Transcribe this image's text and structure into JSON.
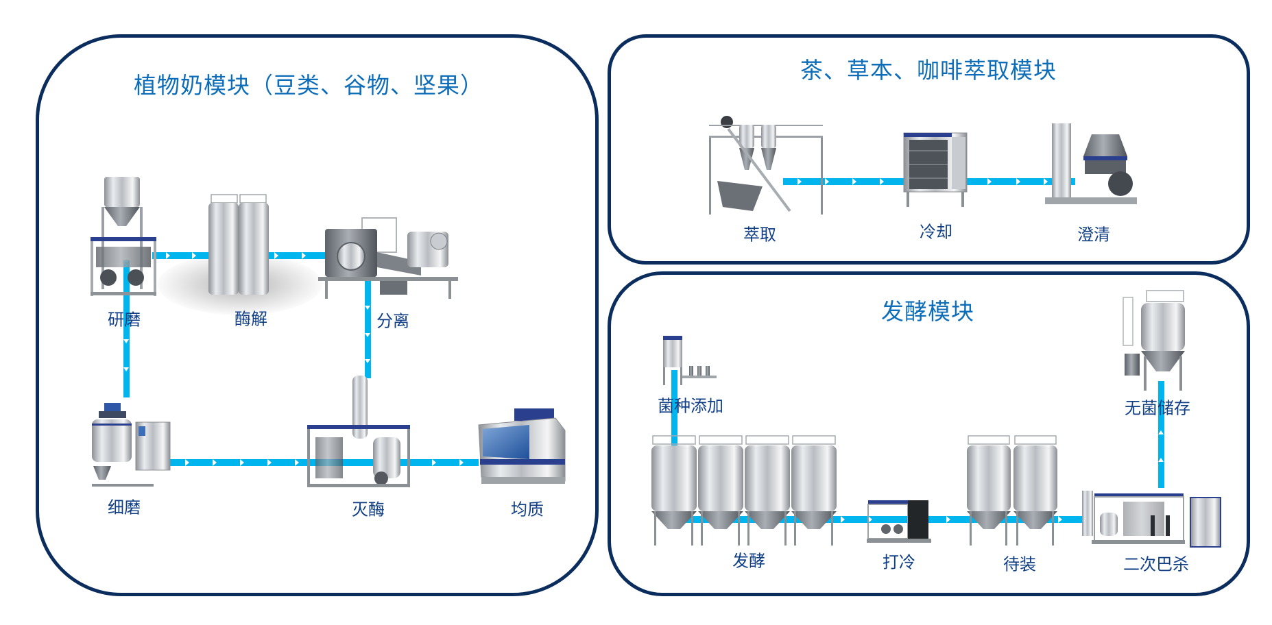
{
  "colors": {
    "panel_border": "#0B2D5E",
    "title": "#0E6DB8",
    "label": "#103F86",
    "pipe": "#00B5EE",
    "pipe_arrow": "#FFFFFF",
    "accent_band": "#2B3F8F"
  },
  "panels": {
    "plant_milk": {
      "title": "植物奶模块（豆类、谷物、坚果）",
      "stages": [
        {
          "id": "grinding",
          "label": "研磨",
          "equipment_icon": "grinding-mill-icon"
        },
        {
          "id": "enzymolysis",
          "label": "酶解",
          "equipment_icon": "twin-tank-icon"
        },
        {
          "id": "separation",
          "label": "分离",
          "equipment_icon": "decanter-separator-icon"
        },
        {
          "id": "fine_grinding",
          "label": "细磨",
          "equipment_icon": "mixing-tank-icon"
        },
        {
          "id": "enzyme_inactivation",
          "label": "灭酶",
          "equipment_icon": "uht-skid-icon"
        },
        {
          "id": "homogenization",
          "label": "均质",
          "equipment_icon": "homogenizer-icon"
        }
      ],
      "flow": [
        "研磨 → 酶解",
        "酶解 → 分离",
        "分离 → 灭酶",
        "研磨 → 细磨",
        "细磨 → 灭酶",
        "灭酶 → 均质"
      ]
    },
    "extraction": {
      "title": "茶、草本、咖啡萃取模块",
      "stages": [
        {
          "id": "extraction",
          "label": "萃取",
          "equipment_icon": "extraction-platform-icon"
        },
        {
          "id": "cooling",
          "label": "冷却",
          "equipment_icon": "plate-heat-exchanger-icon"
        },
        {
          "id": "clarification",
          "label": "澄清",
          "equipment_icon": "centrifuge-icon"
        }
      ],
      "flow": [
        "萃取 → 冷却",
        "冷却 → 澄清"
      ]
    },
    "fermentation": {
      "title": "发酵模块",
      "stages": [
        {
          "id": "culture_addition",
          "label": "菌种添加",
          "equipment_icon": "culture-dosing-icon"
        },
        {
          "id": "fermentation",
          "label": "发酵",
          "equipment_icon": "fermentation-tanks-icon"
        },
        {
          "id": "chilling",
          "label": "打冷",
          "equipment_icon": "cooler-icon"
        },
        {
          "id": "buffer",
          "label": "待装",
          "equipment_icon": "buffer-tanks-icon"
        },
        {
          "id": "second_pasteurization",
          "label": "二次巴杀",
          "equipment_icon": "pasteurizer-icon"
        },
        {
          "id": "aseptic_storage",
          "label": "无菌储存",
          "equipment_icon": "aseptic-tank-icon"
        }
      ],
      "flow": [
        "菌种添加 → 发酵",
        "发酵 → 打冷",
        "打冷 → 待装",
        "待装 → 二次巴杀",
        "二次巴杀 → 无菌储存"
      ]
    }
  }
}
